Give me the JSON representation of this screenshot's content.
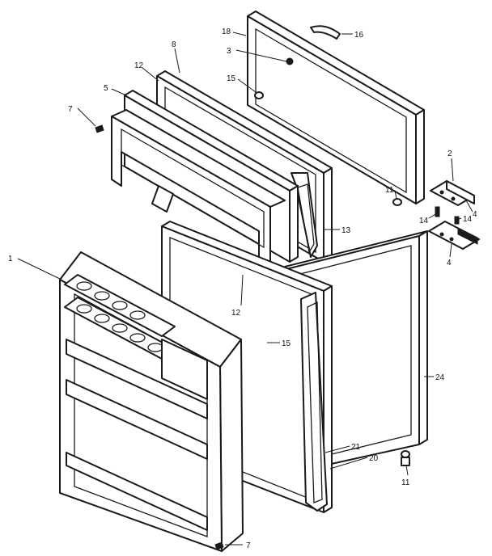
{
  "callouts": [
    {
      "key": "c1",
      "text": "1"
    },
    {
      "key": "c2",
      "text": "2"
    },
    {
      "key": "c3",
      "text": "3"
    },
    {
      "key": "c4a",
      "text": "4"
    },
    {
      "key": "c4b",
      "text": "4"
    },
    {
      "key": "c5",
      "text": "5"
    },
    {
      "key": "c7a",
      "text": "7"
    },
    {
      "key": "c7b",
      "text": "7"
    },
    {
      "key": "c8",
      "text": "8"
    },
    {
      "key": "c11a",
      "text": "11"
    },
    {
      "key": "c11b",
      "text": "11"
    },
    {
      "key": "c12a",
      "text": "12"
    },
    {
      "key": "c12b",
      "text": "12"
    },
    {
      "key": "c13",
      "text": "13"
    },
    {
      "key": "c14a",
      "text": "14"
    },
    {
      "key": "c14b",
      "text": "14"
    },
    {
      "key": "c15a",
      "text": "15"
    },
    {
      "key": "c15b",
      "text": "15"
    },
    {
      "key": "c16",
      "text": "16"
    },
    {
      "key": "c18",
      "text": "18"
    },
    {
      "key": "c20",
      "text": "20"
    },
    {
      "key": "c21",
      "text": "21"
    },
    {
      "key": "c24",
      "text": "24"
    }
  ]
}
